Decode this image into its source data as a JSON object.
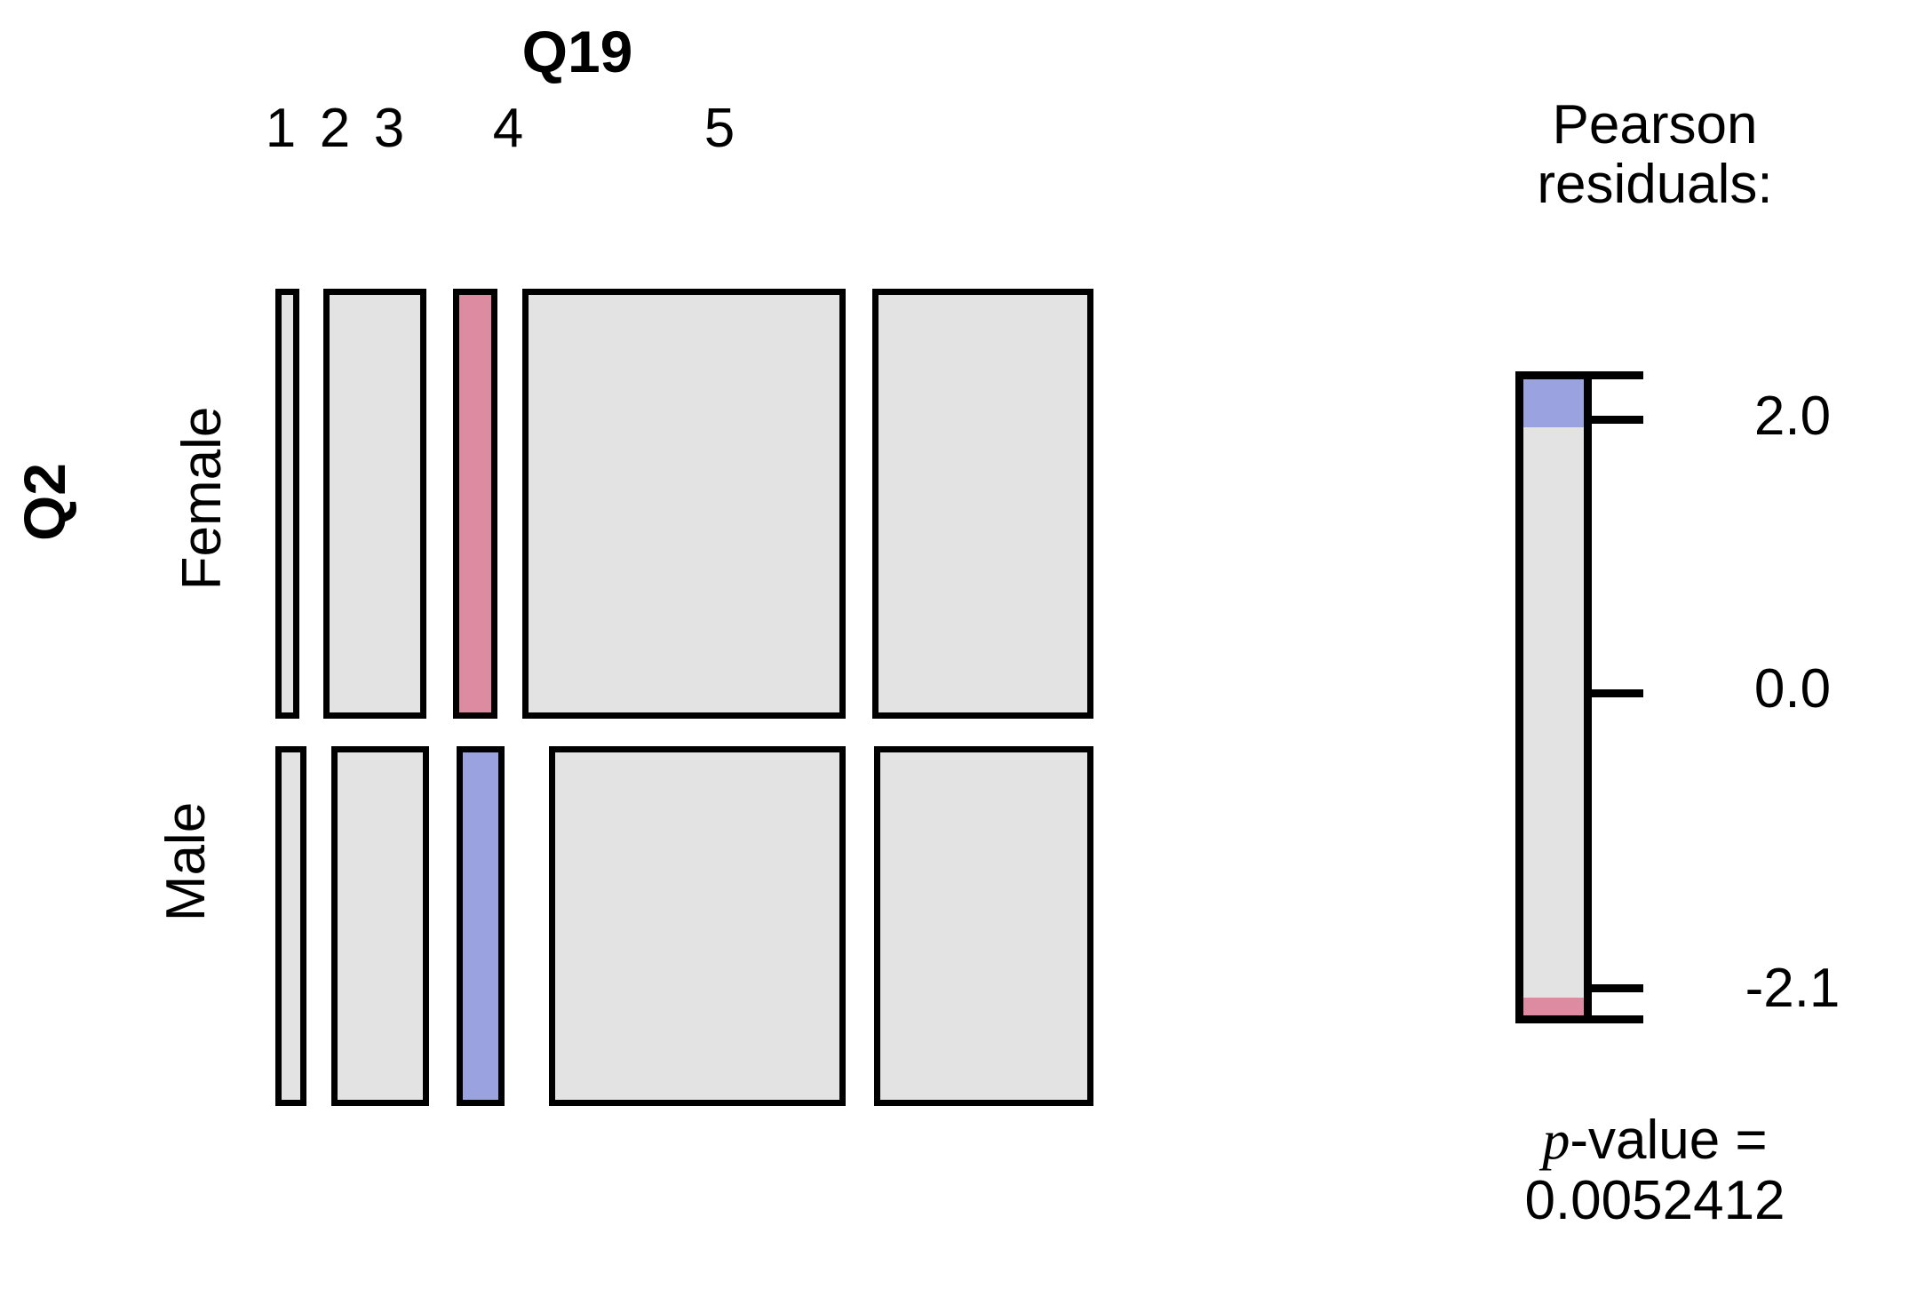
{
  "chart_data": {
    "type": "mosaic",
    "title": "",
    "xlabel": "Q19",
    "ylabel": "Q2",
    "x_categories": [
      "1",
      "2",
      "3",
      "4",
      "5"
    ],
    "y_categories": [
      "Female",
      "Male"
    ],
    "cells": [
      {
        "row": "Female",
        "col": "1",
        "residual_sign": "none",
        "fill": "#e3e3e3",
        "width_frac": 0.025,
        "height_frac": 0.545
      },
      {
        "row": "Female",
        "col": "2",
        "residual_sign": "none",
        "fill": "#e3e3e3",
        "width_frac": 0.124,
        "height_frac": 0.545
      },
      {
        "row": "Female",
        "col": "3",
        "residual_sign": "negative",
        "fill": "#dd8ba0",
        "width_frac": 0.05,
        "height_frac": 0.545
      },
      {
        "row": "Female",
        "col": "4",
        "residual_sign": "none",
        "fill": "#e3e3e3",
        "width_frac": 0.394,
        "height_frac": 0.545
      },
      {
        "row": "Female",
        "col": "5",
        "residual_sign": "none",
        "fill": "#e3e3e3",
        "width_frac": 0.269,
        "height_frac": 0.545
      },
      {
        "row": "Male",
        "col": "1",
        "residual_sign": "none",
        "fill": "#e3e3e3",
        "width_frac": 0.036,
        "height_frac": 0.455
      },
      {
        "row": "Male",
        "col": "2",
        "residual_sign": "none",
        "fill": "#e3e3e3",
        "width_frac": 0.116,
        "height_frac": 0.455
      },
      {
        "row": "Male",
        "col": "3",
        "residual_sign": "positive",
        "fill": "#9aa3e0",
        "width_frac": 0.053,
        "height_frac": 0.455
      },
      {
        "row": "Male",
        "col": "4",
        "residual_sign": "none",
        "fill": "#e3e3e3",
        "width_frac": 0.359,
        "height_frac": 0.455
      },
      {
        "row": "Male",
        "col": "5",
        "residual_sign": "none",
        "fill": "#e3e3e3",
        "width_frac": 0.266,
        "height_frac": 0.455
      }
    ],
    "legend": {
      "title_line1": "Pearson",
      "title_line2": "residuals:",
      "position": "right",
      "scale_max": 2.4,
      "scale_min": -2.1,
      "ticks": [
        {
          "label": "2.0",
          "value": 2.0
        },
        {
          "label": "0.0",
          "value": 0.0
        },
        {
          "label": "-2.1",
          "value": -2.1
        }
      ],
      "segments": [
        {
          "name": "positive-blue",
          "color": "#9aa3e0",
          "from": 2.0,
          "to": 2.4
        },
        {
          "name": "neutral-gray",
          "color": "#e3e3e3",
          "from": -2.0,
          "to": 2.0
        },
        {
          "name": "negative-pink",
          "color": "#dd8ba0",
          "from": -2.1,
          "to": -2.0
        }
      ]
    },
    "pvalue": {
      "label": "p",
      "label_rest": "-value  =",
      "value": "0.0052412"
    },
    "colors": {
      "gray": "#e3e3e3",
      "pink": "#dd8ba0",
      "blue": "#9aa3e0",
      "stroke": "#000000",
      "background": "#ffffff"
    }
  },
  "columns": {
    "title": "Q19",
    "labels": [
      "1",
      "2",
      "3",
      "4",
      "5"
    ]
  },
  "rows": {
    "title": "Q2",
    "labels": [
      "Female",
      "Male"
    ]
  },
  "legend": {
    "title_line1": "Pearson",
    "title_line2": "residuals:",
    "tick_labels": [
      "2.0",
      "0.0",
      "-2.1"
    ]
  },
  "pvalue": {
    "p_italic": "p",
    "rest": "-value  =",
    "value": "0.0052412"
  }
}
